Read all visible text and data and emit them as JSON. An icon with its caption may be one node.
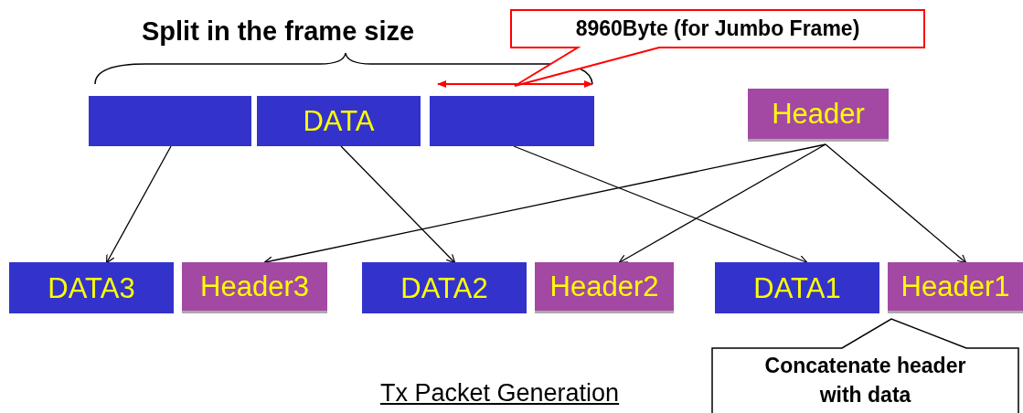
{
  "diagram": {
    "title": "Split in the frame size",
    "nodes": [
      {
        "text": [],
        "shape": "bar"
      },
      {
        "text": [
          "DATA"
        ]
      },
      {
        "text": [],
        "shape": "bar"
      },
      {
        "text": [
          "Header"
        ]
      },
      {
        "text": [
          "DATA3"
        ]
      },
      {
        "text": [
          "Header3"
        ]
      },
      {
        "text": [
          "DATA2"
        ]
      },
      {
        "text": [
          "Header2"
        ]
      },
      {
        "text": [
          "DATA1"
        ]
      },
      {
        "text": [
          "Header1"
        ]
      },
      {
        "text": [
          "8960Byte (for Jumbo Frame)"
        ]
      },
      {
        "text": [
          "Concatenate header with data"
        ]
      }
    ],
    "edges": [
      {
        "from": 0,
        "to": 4,
        "arrow": "to"
      },
      {
        "from": 1,
        "to": 6,
        "arrow": "to"
      },
      {
        "from": 2,
        "to": 8,
        "arrow": "to"
      },
      {
        "from": 3,
        "to": 5,
        "arrow": "to"
      },
      {
        "from": 3,
        "to": 7,
        "arrow": "to"
      },
      {
        "from": 3,
        "to": 9,
        "arrow": "to"
      }
    ],
    "labels": [
      "Tx Packet Generation"
    ]
  }
}
